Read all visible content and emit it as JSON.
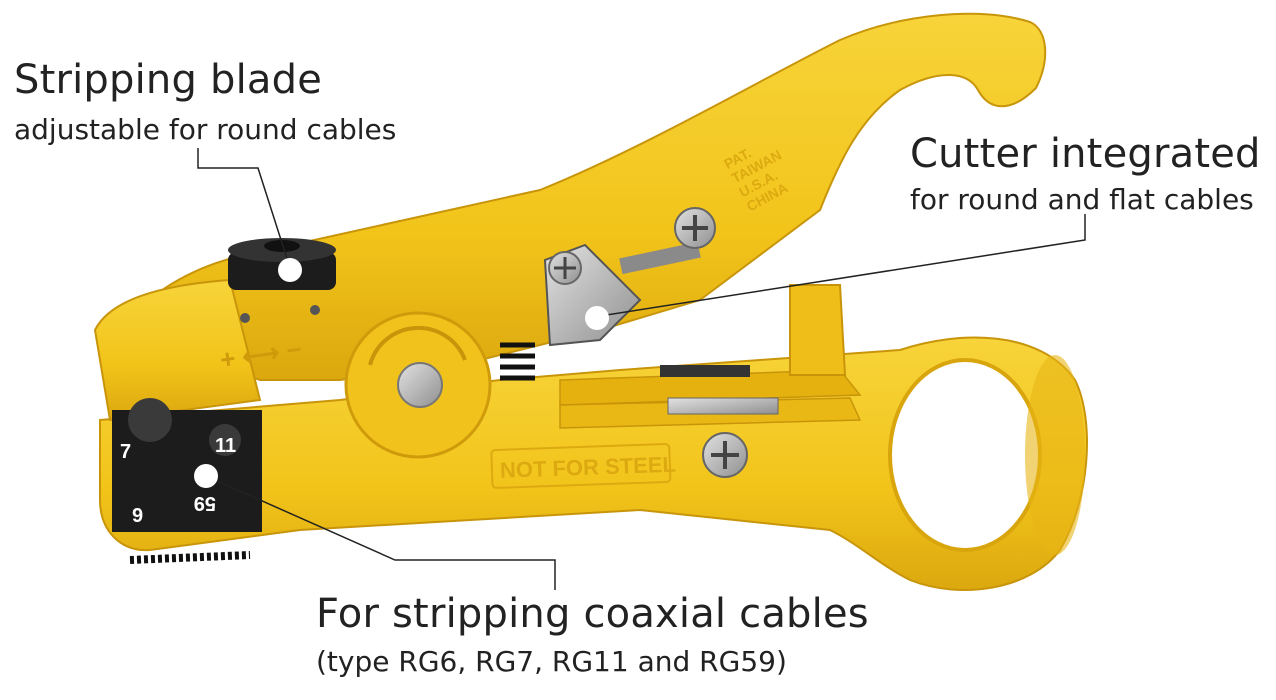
{
  "callouts": {
    "stripping_blade": {
      "title": "Stripping blade",
      "subtitle": "adjustable for round cables"
    },
    "cutter": {
      "title": "Cutter integrated",
      "subtitle": "for round and flat cables"
    },
    "coax": {
      "title": "For stripping coaxial cables",
      "subtitle": "(type RG6, RG7, RG11 and RG59)"
    }
  },
  "tool": {
    "engraving_handle": "NOT FOR STEEL",
    "engraving_patent": [
      "PAT.",
      "TAIWAN",
      "U.S.A.",
      "CHINA"
    ],
    "adjust_marks": "+ ⟷ −",
    "die_sizes": {
      "top_left": "7",
      "top_right": "11",
      "bottom_left": "9",
      "bottom_right": "59"
    }
  },
  "colors": {
    "tool_yellow": "#f2c41a",
    "tool_shade": "#d9a50c",
    "die_black": "#1c1c1c",
    "metal": "#b9b9b9"
  }
}
